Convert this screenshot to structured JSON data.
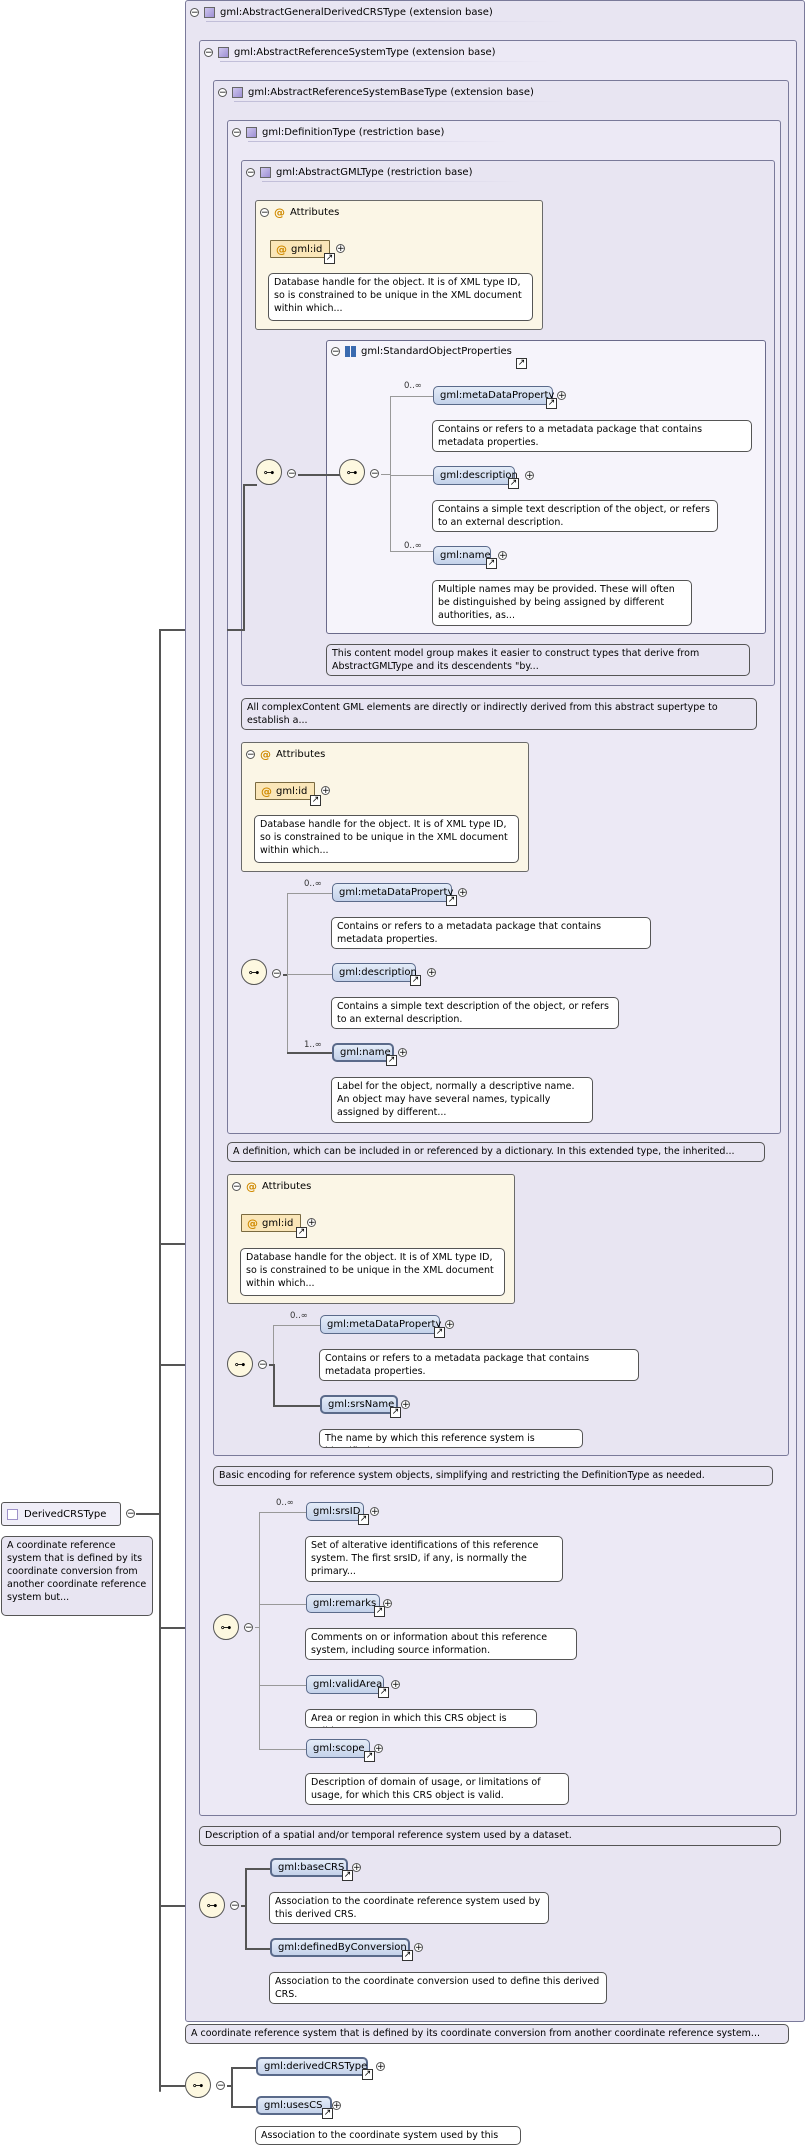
{
  "root": {
    "name": "DerivedCRSType",
    "doc": "A coordinate reference system that is defined by its coordinate conversion from another coordinate reference system but..."
  },
  "bases": {
    "general_derived": "gml:AbstractGeneralDerivedCRSType (extension base)",
    "ref_system": "gml:AbstractReferenceSystemType (extension base)",
    "ref_system_base": "gml:AbstractReferenceSystemBaseType (extension base)",
    "definition": "gml:DefinitionType (restriction base)",
    "abstract_gml": "gml:AbstractGMLType (restriction base)"
  },
  "attributes_label": "Attributes",
  "id_attr": "gml:id",
  "id_doc": "Database handle for the object. It is of XML type ID, so is constrained to be unique in the XML document within which...",
  "standard_group": "gml:StandardObjectProperties",
  "cardinality": {
    "many": "0..∞",
    "one_many": "1..∞"
  },
  "elements": {
    "metadata": "gml:metaDataProperty",
    "metadata_doc": "Contains or refers to a metadata package that contains metadata properties.",
    "description": "gml:description",
    "description_doc": "Contains a simple text description of the object, or refers to an external description.",
    "name": "gml:name",
    "name_doc_gml": "Multiple names may be provided. These will often be distinguished by being assigned by different authorities, as...",
    "name_doc_def": "Label for the object, normally a descriptive name. An object may have several names, typically assigned by different...",
    "srs_name": "gml:srsName",
    "srs_name_doc": "The name by which this reference system is identified.",
    "srs_id": "gml:srsID",
    "srs_id_doc": "Set of alterative identifications of this reference system. The first srsID, if any, is normally the primary...",
    "remarks": "gml:remarks",
    "remarks_doc": "Comments on or information about this reference system, including source information.",
    "valid_area": "gml:validArea",
    "valid_area_doc": "Area or region in which this CRS object is valid.",
    "scope": "gml:scope",
    "scope_doc": "Description of domain of usage, or limitations of usage, for which this CRS object is valid.",
    "base_crs": "gml:baseCRS",
    "base_crs_doc": "Association to the coordinate reference system used by this derived CRS.",
    "defined_by_conversion": "gml:definedByConversion",
    "defined_by_conversion_doc": "Association to the coordinate conversion used to define this derived CRS.",
    "derived_crs_type": "gml:derivedCRSType",
    "uses_cs": "gml:usesCS",
    "uses_cs_doc": "Association to the coordinate system used by this CRS."
  },
  "type_docs": {
    "group_doc": "This content model group makes it easier to construct types that derive from AbstractGMLType and its descendents \"by...",
    "abstract_gml_doc": "All complexContent GML elements are directly or indirectly derived from this abstract supertype to establish a...",
    "definition_doc": "A definition, which can be included in or referenced by a dictionary. In this extended type, the inherited...",
    "ref_base_doc": "Basic encoding for reference system objects, simplifying and restricting the DefinitionType as needed.",
    "ref_system_doc": "Description of a spatial and/or temporal reference system used by a dataset.",
    "general_derived_doc": "A coordinate reference system that is defined by its coordinate conversion from another coordinate reference system..."
  }
}
